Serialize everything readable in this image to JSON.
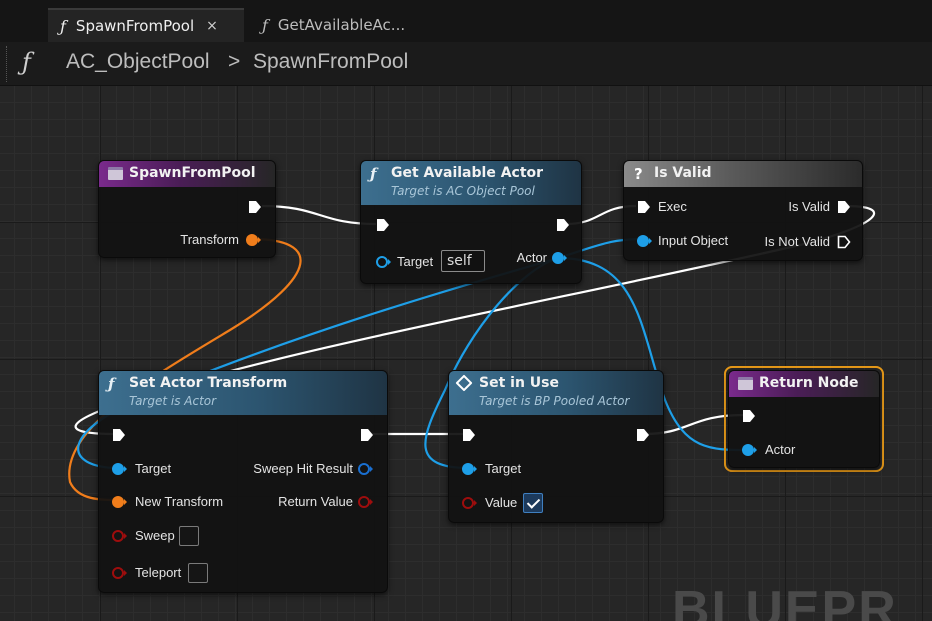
{
  "tabs": [
    {
      "icon": "function-icon",
      "label": "SpawnFromPool",
      "close": "×"
    },
    {
      "icon": "function-icon",
      "label": "GetAvailableAc..."
    }
  ],
  "breadcrumb": {
    "root": "AC_ObjectPool",
    "separator": ">",
    "current": "SpawnFromPool"
  },
  "watermark": "BLUEPR",
  "colors": {
    "exec": "#ffffff",
    "object": "#1e9fe8",
    "struct": "#f07d1b",
    "bool": "#9e0d0d",
    "entry_header": "#7a2a8c",
    "function_header": "#3d6f8f",
    "return_highlight": "#e89a19"
  },
  "nodes": {
    "spawn": {
      "title": "SpawnFromPool",
      "pins": {
        "transform": "Transform"
      }
    },
    "get_actor": {
      "title": "Get Available Actor",
      "subtitle": "Target is AC Object Pool",
      "pins": {
        "target": "Target",
        "target_value": "self",
        "actor": "Actor"
      }
    },
    "is_valid": {
      "title": "Is Valid",
      "pins": {
        "exec": "Exec",
        "input_object": "Input Object",
        "is_valid": "Is Valid",
        "is_not_valid": "Is Not Valid"
      }
    },
    "set_transform": {
      "title": "Set Actor Transform",
      "subtitle": "Target is Actor",
      "pins": {
        "target": "Target",
        "new_transform": "New Transform",
        "sweep": "Sweep",
        "teleport": "Teleport",
        "sweep_hit": "Sweep Hit Result",
        "return_value": "Return Value"
      },
      "sweep_checked": false,
      "teleport_checked": false
    },
    "set_in_use": {
      "title": "Set in Use",
      "subtitle": "Target is BP Pooled Actor",
      "pins": {
        "target": "Target",
        "value": "Value"
      },
      "value_checked": true
    },
    "return_node": {
      "title": "Return Node",
      "pins": {
        "actor": "Actor"
      }
    }
  }
}
